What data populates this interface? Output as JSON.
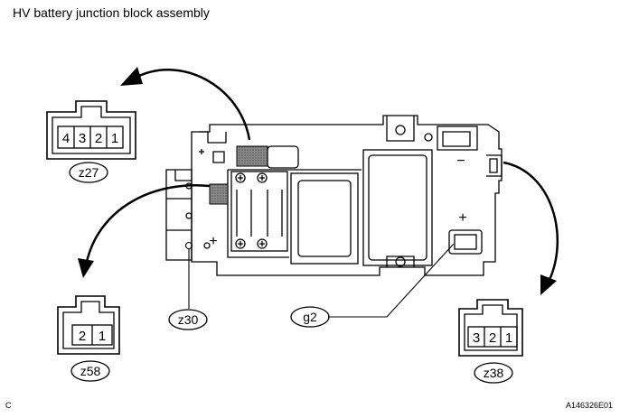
{
  "title": "HV battery junction block assembly",
  "corner_left": "C",
  "corner_right": "A146326E01",
  "connectors": {
    "z27": {
      "label": "z27",
      "pins": [
        "4",
        "3",
        "2",
        "1"
      ]
    },
    "z58": {
      "label": "z58",
      "pins": [
        "2",
        "1"
      ]
    },
    "z38": {
      "label": "z38",
      "pins": [
        "3",
        "2",
        "1"
      ]
    }
  },
  "terminals": {
    "z30": "z30",
    "g2": "g2"
  },
  "polarity": {
    "minus": "−",
    "plus_left": "+",
    "plus_right": "+"
  }
}
